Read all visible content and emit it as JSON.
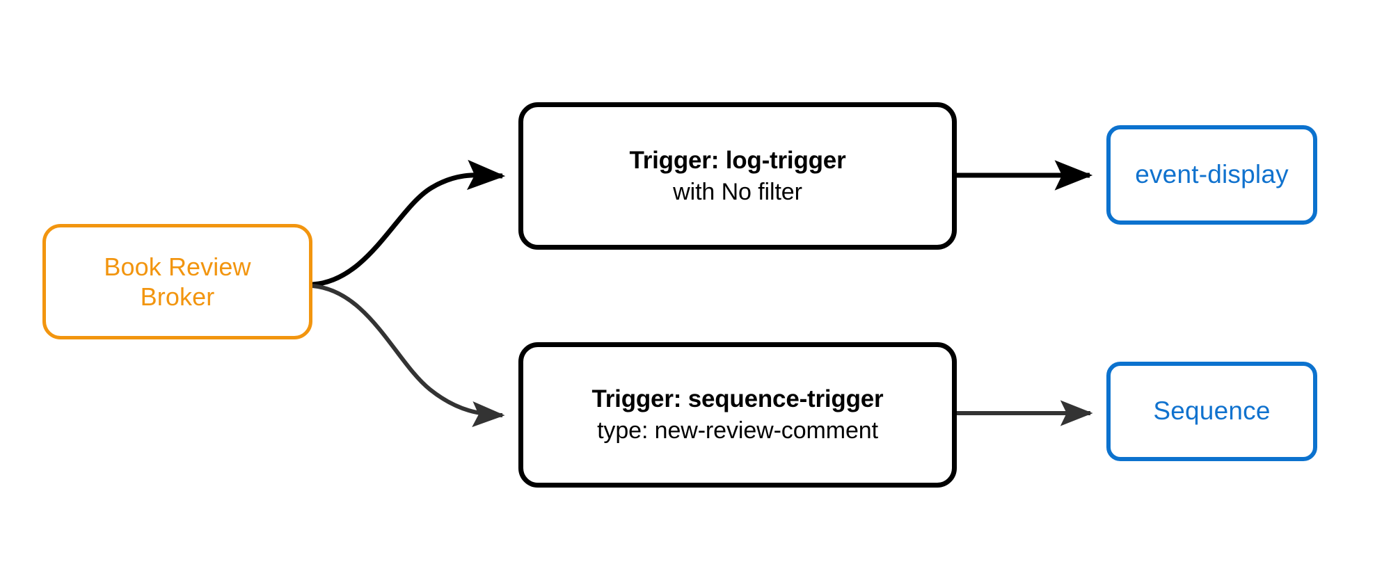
{
  "diagram": {
    "type": "flow-diagram",
    "background_color": "#ffffff",
    "nodes": {
      "broker": {
        "id": "book-review-broker",
        "label_line1": "Book Review",
        "label_line2": "Broker",
        "shape": "rounded-rectangle",
        "border_color": "#F2950F",
        "text_color": "#F2950F",
        "fill_color": "#ffffff"
      },
      "trigger_log": {
        "id": "log-trigger",
        "title": "Trigger: log-trigger",
        "subtitle": "with No filter",
        "shape": "rounded-rectangle",
        "border_color": "#000000",
        "text_color": "#000000",
        "fill_color": "#ffffff"
      },
      "trigger_sequence": {
        "id": "sequence-trigger",
        "title": "Trigger: sequence-trigger",
        "subtitle": "type: new-review-comment",
        "shape": "rounded-rectangle",
        "border_color": "#000000",
        "text_color": "#000000",
        "fill_color": "#ffffff"
      },
      "sink_event_display": {
        "id": "event-display",
        "label": "event-display",
        "shape": "rounded-rectangle",
        "border_color": "#0C72CE",
        "text_color": "#1072CE",
        "fill_color": "#ffffff"
      },
      "sink_sequence": {
        "id": "sequence",
        "label": "Sequence",
        "shape": "rounded-rectangle",
        "border_color": "#0C72CE",
        "text_color": "#1072CE",
        "fill_color": "#ffffff"
      }
    },
    "edges": [
      {
        "name": "broker-to-log-trigger",
        "from": "book-review-broker",
        "to": "log-trigger",
        "style": "curved",
        "color": "#000000",
        "arrowhead": true
      },
      {
        "name": "broker-to-sequence-trigger",
        "from": "book-review-broker",
        "to": "sequence-trigger",
        "style": "curved",
        "color": "#333333",
        "arrowhead": true
      },
      {
        "name": "log-trigger-to-event-display",
        "from": "log-trigger",
        "to": "event-display",
        "style": "straight",
        "color": "#000000",
        "arrowhead": true
      },
      {
        "name": "sequence-trigger-to-sequence",
        "from": "sequence-trigger",
        "to": "sequence",
        "style": "straight",
        "color": "#333333",
        "arrowhead": true
      }
    ]
  }
}
